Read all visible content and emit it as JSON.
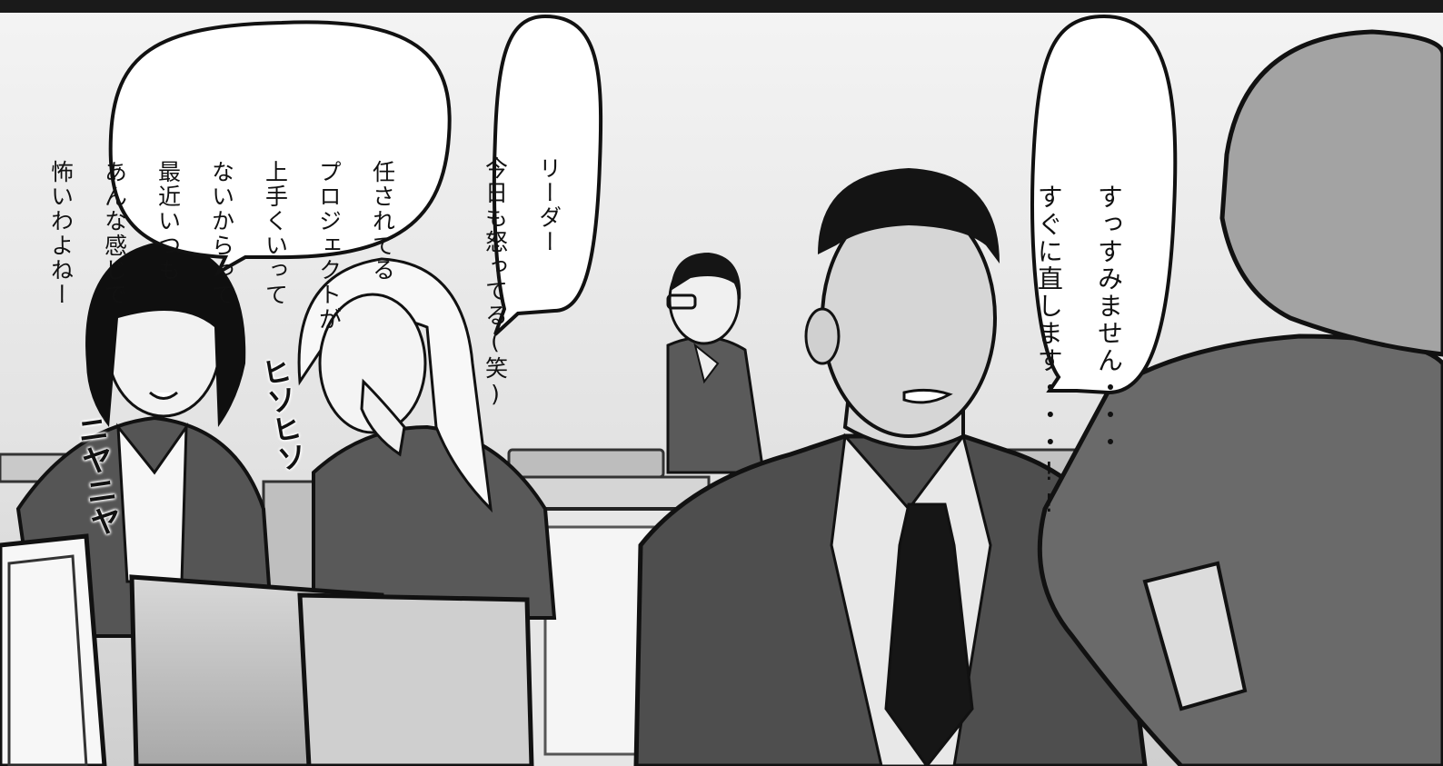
{
  "panel": {
    "bubbles": [
      {
        "id": "gossip-left",
        "lines": [
          "任されてる",
          "プロジェクトが",
          "上手くいって",
          "ないからって",
          "最近いつも",
          "あんな感じで",
          "怖いわよねー"
        ]
      },
      {
        "id": "gossip-right",
        "lines": [
          "リーダー",
          "今日も怒ってる(笑)"
        ]
      },
      {
        "id": "apology",
        "lines": [
          "すっすみません・・・",
          "すぐに直します・・・!!"
        ]
      }
    ],
    "sfx": [
      {
        "id": "grin",
        "text": "ニヤニヤ"
      },
      {
        "id": "whisper",
        "text": "ヒソヒソ"
      }
    ]
  }
}
